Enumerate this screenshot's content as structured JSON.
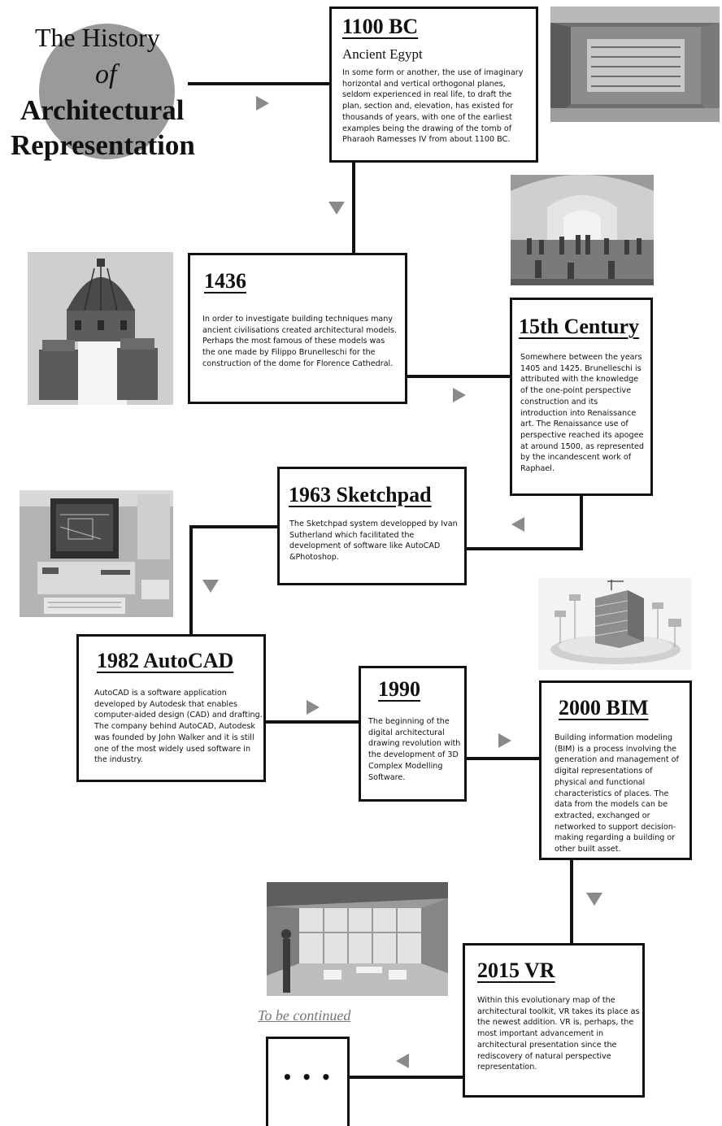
{
  "heading": {
    "line1": "The History",
    "line2": "of",
    "line3": "Architectural",
    "line4": "Representation"
  },
  "events": [
    {
      "title": "1100 BC",
      "subtitle": "Ancient Egypt",
      "text": "In some form or another, the use of imaginary horizontal and vertical orthogonal planes, seldom experienced in real life, to draft the plan, section and, elevation, has existed for thousands of years, with one of the earliest examples being the drawing of the tomb of Pharaoh Ramesses IV from about 1100 BC."
    },
    {
      "title": "1436",
      "text": "In order to investigate building techniques many ancient civilisations created architectural models. Perhaps the most famous of these models was the one made by Filippo Brunelleschi for the construction of the dome for Florence Cathedral."
    },
    {
      "title": "15th Century",
      "text": "Somewhere between the years 1405 and 1425. Brunelleschi is attributed with the knowledge of the one-point perspective construction and its introduction into Renaissance art. The Renaissance use of perspective reached its apogee at around 1500, as represented by the incandescent work of Raphael."
    },
    {
      "title": "1963 Sketchpad",
      "text": "The Sketchpad system developped by Ivan Sutherland which facilitated the development of software like AutoCAD &Photoshop."
    },
    {
      "title": "1982 AutoCAD",
      "text": "AutoCAD is a software application developed by Autodesk that enables computer-aided design (CAD) and drafting. The company behind AutoCAD, Autodesk was founded by John Walker and it is still one of the most widely used software in the industry."
    },
    {
      "title": "1990",
      "text": "The beginning of the digital architectural drawing revolution with the development of 3D Complex Modelling Software."
    },
    {
      "title": "2000 BIM",
      "text": "Building information modeling (BIM) is a process involving the generation and management of digital representations of physical and functional characteristics of places. The data from the models can be extracted, exchanged or networked to support decision-making regarding a building or other built asset."
    },
    {
      "title": "2015 VR",
      "text": "Within this evolutionary map of the architectural toolkit, VR takes its place as the newest addition. VR is, perhaps, the most important advancement in architectural presentation since the rediscovery of natural perspective representation."
    }
  ],
  "continued_label": "To be continued",
  "ellipsis": "• • •",
  "colors": {
    "line": "#111111",
    "arrow": "#8a8a8a",
    "circle": "#9a9a9a",
    "link": "#777777"
  }
}
